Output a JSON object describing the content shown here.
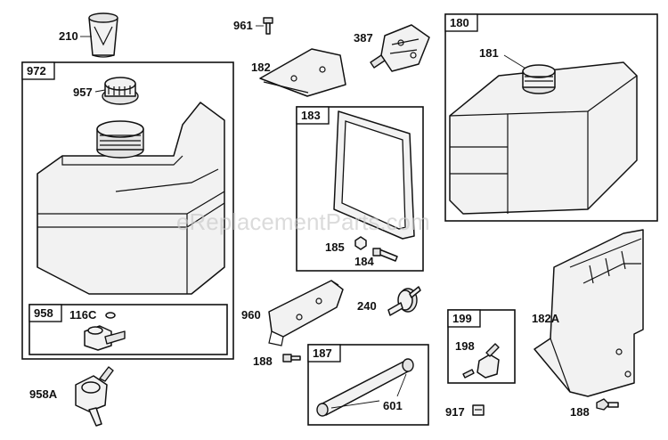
{
  "watermark": "eReplacementParts.com",
  "callouts": {
    "c210": "210",
    "c961": "961",
    "c387": "387",
    "c180": "180",
    "c181": "181",
    "c972": "972",
    "c957": "957",
    "c182": "182",
    "c183": "183",
    "c185": "185",
    "c184": "184",
    "c958": "958",
    "c116C": "116C",
    "c960": "960",
    "c240": "240",
    "c199": "199",
    "c182A": "182A",
    "c198": "198",
    "c188a": "188",
    "c187": "187",
    "c601": "601",
    "c958A": "958A",
    "c917": "917",
    "c188b": "188"
  }
}
